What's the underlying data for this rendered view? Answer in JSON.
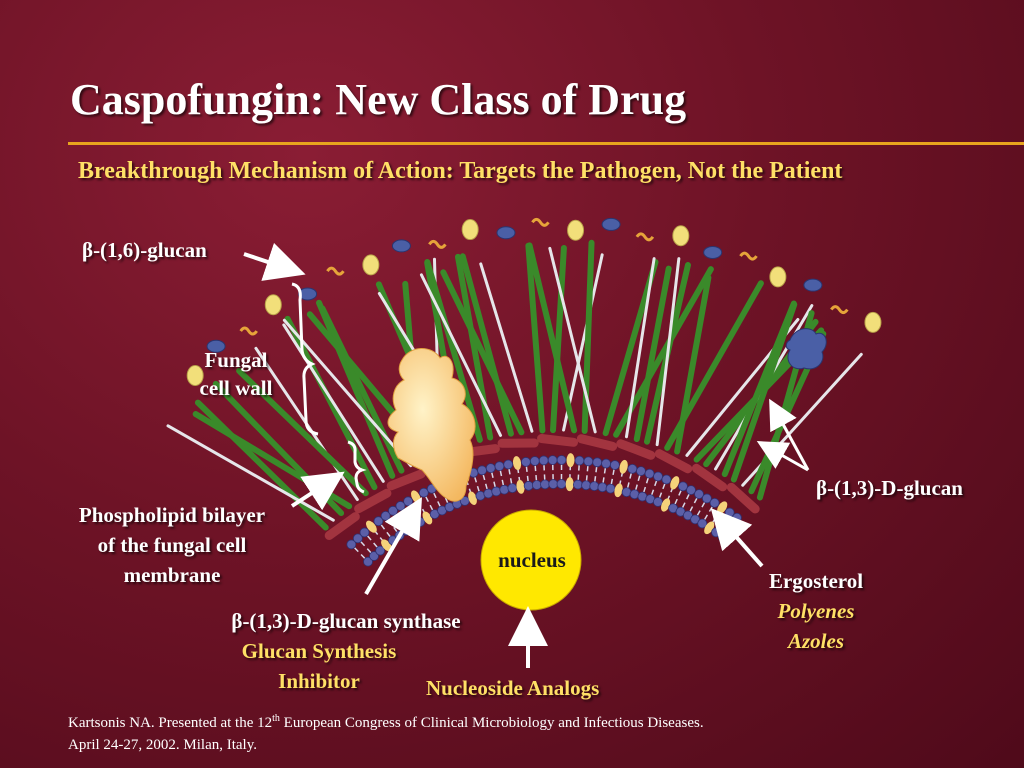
{
  "slide": {
    "title": "Caspofungin: New Class of Drug",
    "subtitle": "Breakthrough Mechanism of Action: Targets the Pathogen, Not the Patient"
  },
  "labels": {
    "b16_glucan": "β-(1,6)-glucan",
    "fungal_cell_wall_1": "Fungal",
    "fungal_cell_wall_2": "cell wall",
    "phospholipid_1": "Phospholipid bilayer",
    "phospholipid_2": "of the fungal cell",
    "phospholipid_3": "membrane",
    "synthase": "β-(1,3)-D-glucan synthase",
    "synthesis_inhibitor_1": "Glucan Synthesis",
    "synthesis_inhibitor_2": "Inhibitor",
    "nucleus": "nucleus",
    "nucleoside_analogs": "Nucleoside Analogs",
    "ergosterol": "Ergosterol",
    "polyenes": "Polyenes",
    "azoles": "Azoles",
    "b13_glucan": "β-(1,3)-D-glucan"
  },
  "citation": {
    "line1_pre": "Kartsonis NA. Presented at the 12",
    "line1_sup": "th",
    "line1_post": " European Congress of Clinical Microbiology and Infectious Diseases.",
    "line2": "April 24-27, 2002. Milan, Italy."
  },
  "colors": {
    "background": "#6e1326",
    "title_rule": "#e8a51e",
    "gold_text": "#ffe066",
    "glucan_green": "#3a8a2a",
    "glucan_white": "#e6e6ea",
    "nucleus_fill": "#ffe800",
    "synthase_fill": "#f7c97a",
    "ergosterol": "#f5d27a",
    "phospholipid_head": "#5b5fa8",
    "chitin_red": "#a2343f"
  }
}
